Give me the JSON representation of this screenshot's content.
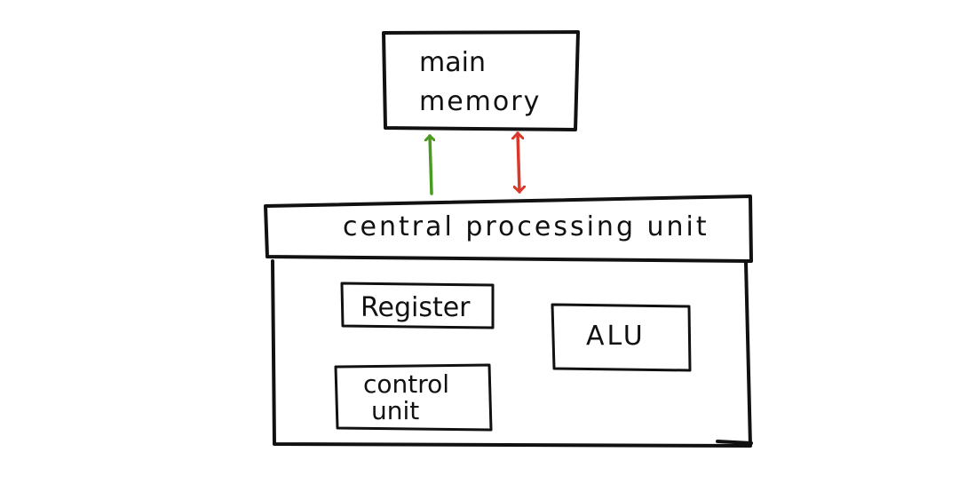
{
  "main_memory": {
    "line1": "main",
    "line2": "memory"
  },
  "cpu": {
    "title": "central processing unit",
    "register": "Register",
    "alu": "ALU",
    "control_unit": {
      "line1": "control",
      "line2": "unit"
    }
  },
  "colors": {
    "ink": "#111111",
    "upward_arrow": "#4a9a1f",
    "bidirectional_arrow": "#d9382a"
  }
}
